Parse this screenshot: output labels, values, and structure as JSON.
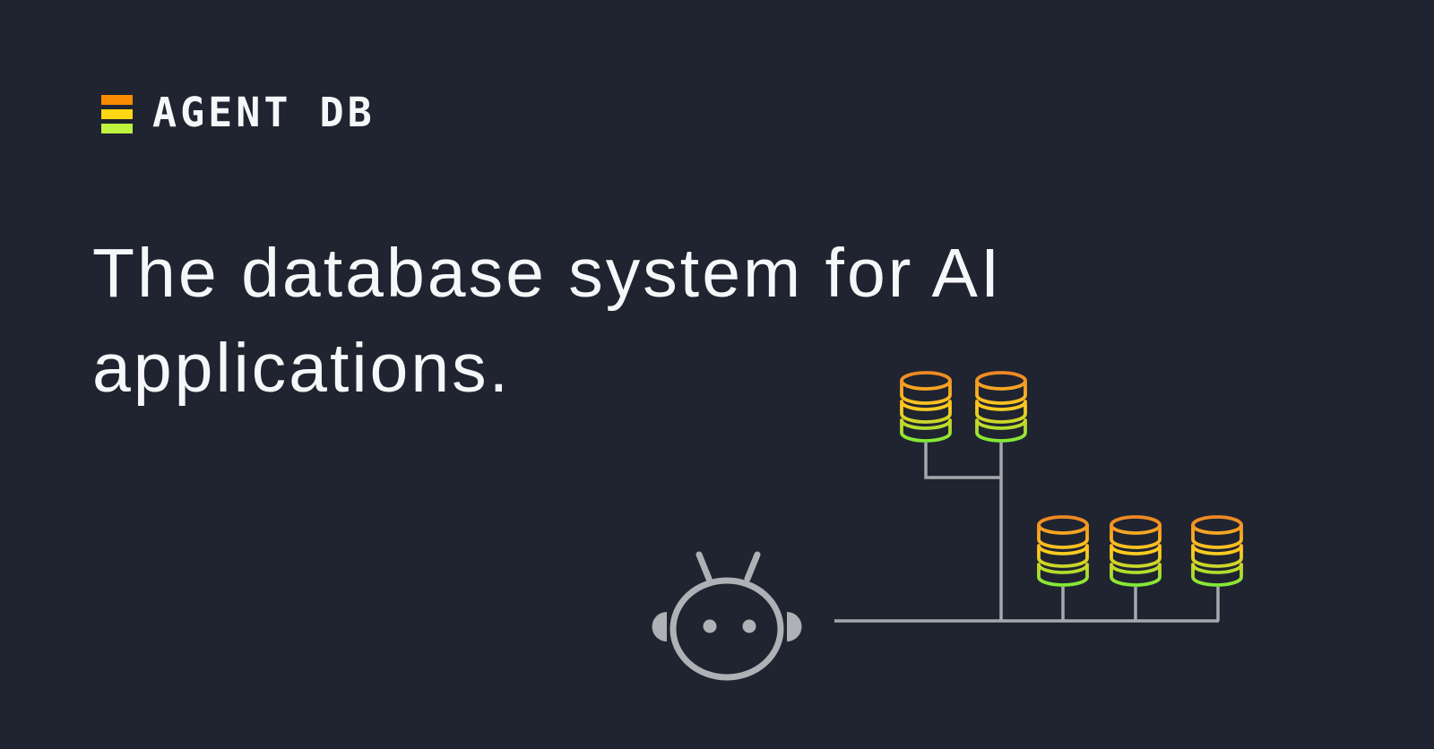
{
  "theme": {
    "bg": "#1F2430",
    "text": "#F6F7F9",
    "logo-orange": "#FB8B02",
    "logo-yellow": "#FFD712",
    "logo-lime": "#BEF43D",
    "db-orange": "#EE8424",
    "db-gold": "#FFC91F",
    "db-lime": "#7CEA38",
    "line-gray": "#A5A8AD",
    "robot-gray": "#AEB1B5"
  },
  "logo": {
    "text": "AGENT DB",
    "mark": "three-bars-icon"
  },
  "heading": {
    "line1": "The database system for AI",
    "line2": "applications."
  },
  "illustration": {
    "robot_icon": "robot-head-icon",
    "database_icon": "database-cylinder-icon",
    "top_cluster_count": 2,
    "bottom_cluster_count": 3
  }
}
